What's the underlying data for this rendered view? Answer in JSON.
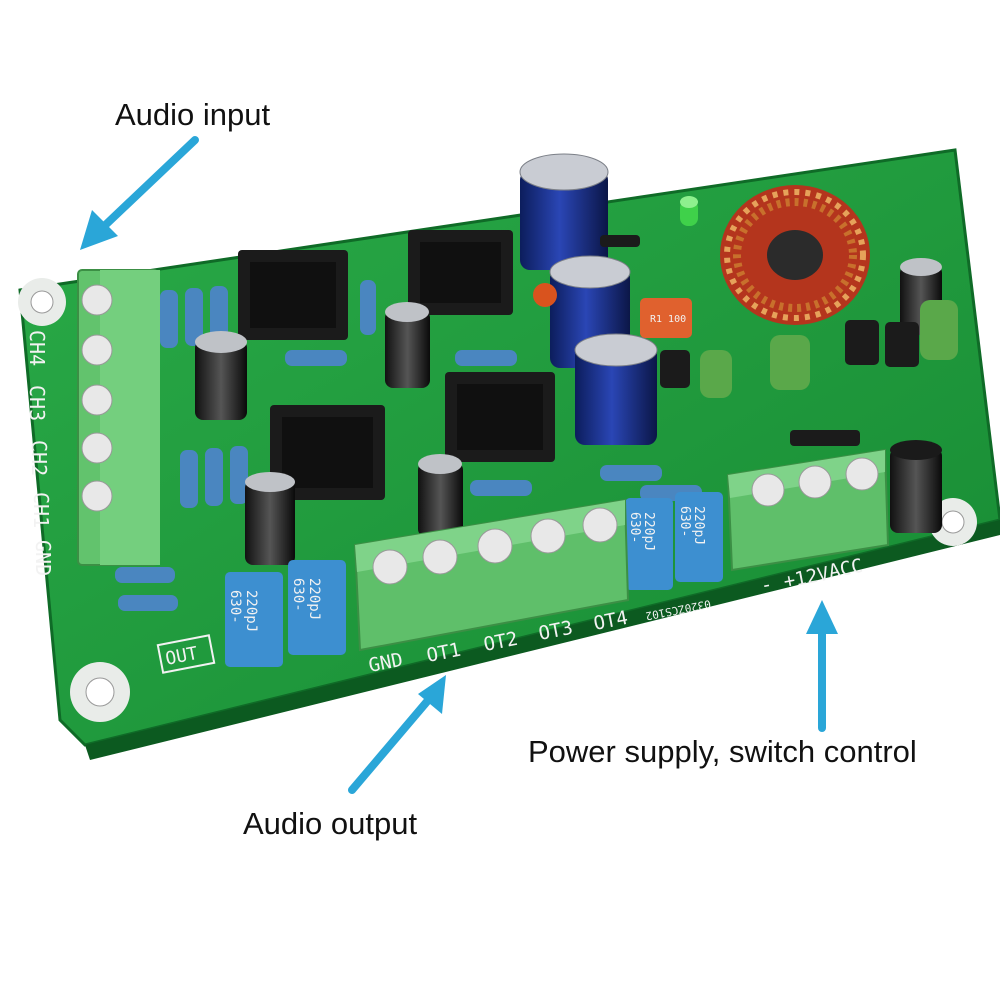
{
  "callouts": {
    "audio_input": "Audio input",
    "audio_output": "Audio output",
    "power_supply": "Power supply, switch control"
  },
  "silkscreen": {
    "input_labels": [
      "CH4",
      "CH3",
      "CH2",
      "CH1",
      "GND"
    ],
    "output_labels": [
      "GND",
      "OT1",
      "OT2",
      "OT3",
      "OT4"
    ],
    "out_box": "OUT",
    "power_labels": [
      "-",
      "+12V",
      "ACC"
    ],
    "cap_label_line1": "220pJ",
    "cap_label_line2": "630-",
    "board_code": "0320ZCS102",
    "resistor_code": "R1 100"
  },
  "colors": {
    "arrow": "#2aa6d8",
    "board": "#1e9a3c",
    "terminal": "#5fbf6a",
    "film_cap": "#3d8fd0"
  }
}
